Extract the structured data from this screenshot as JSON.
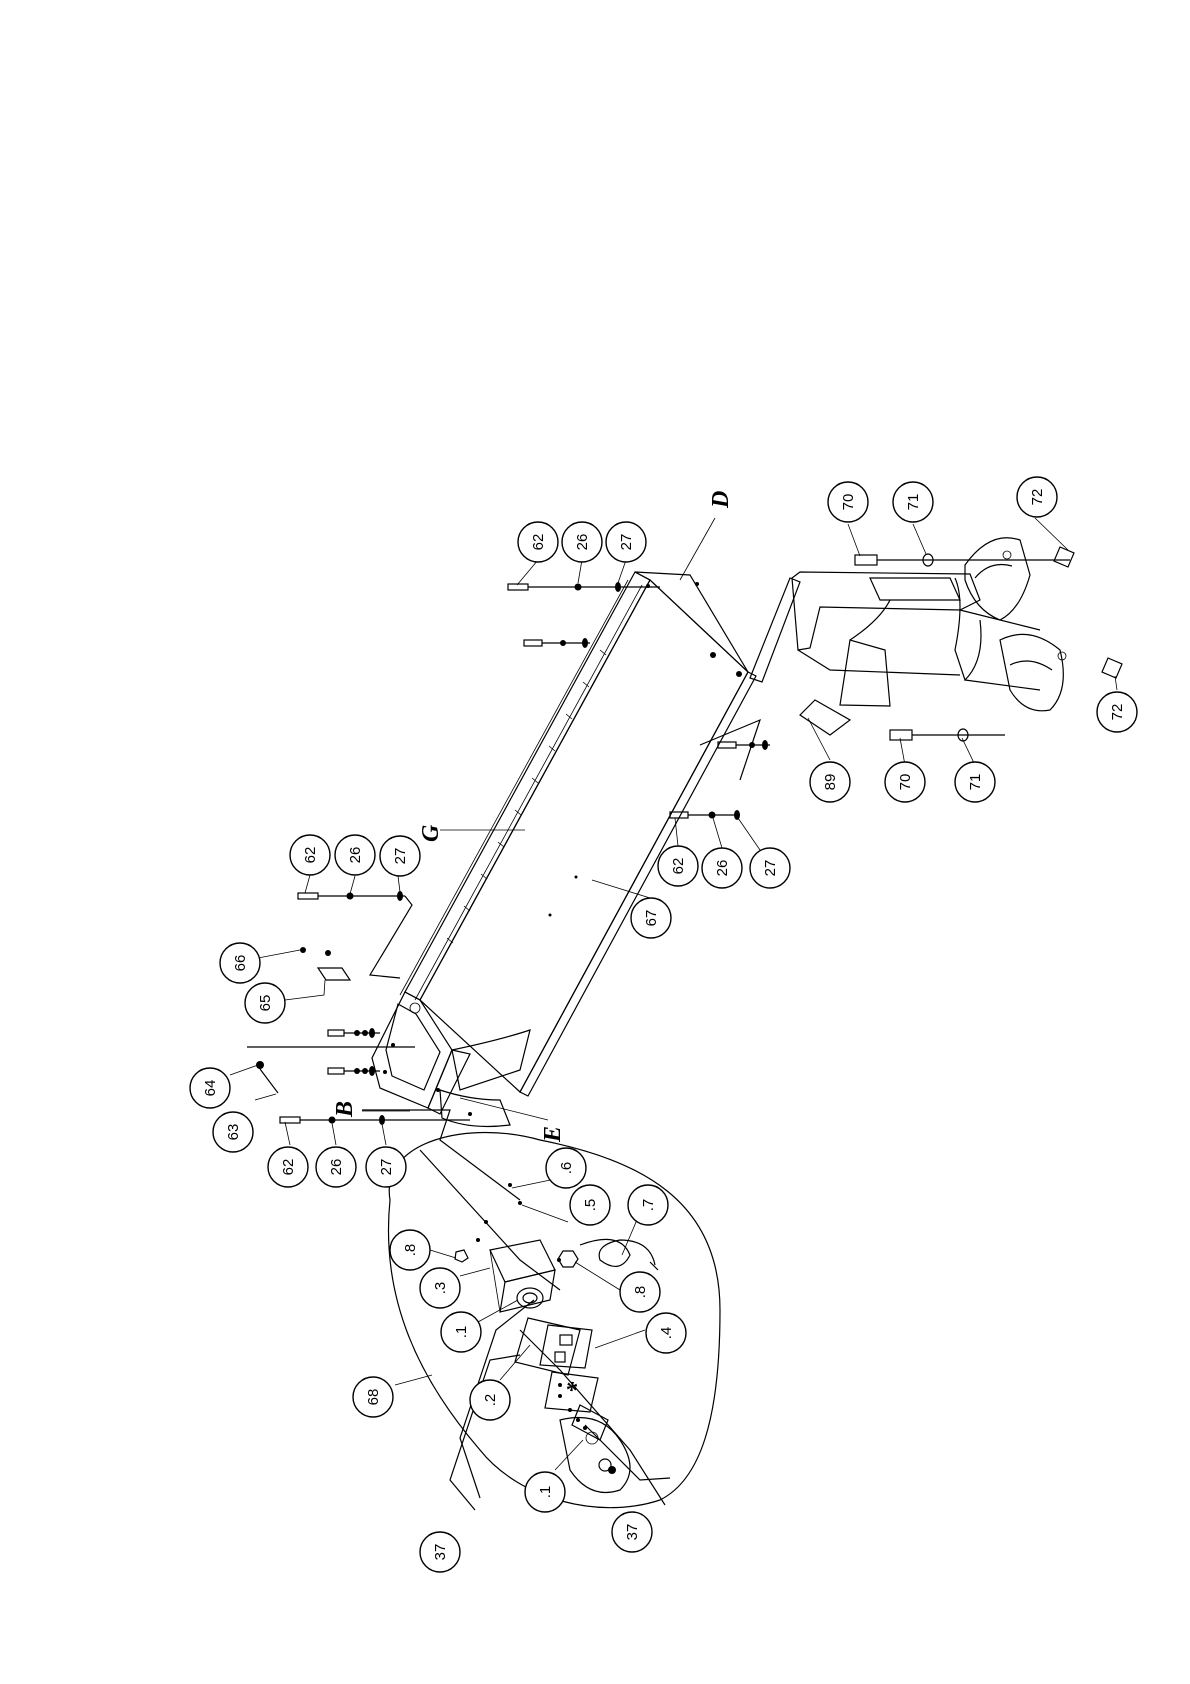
{
  "document": {
    "type": "exploded parts diagram",
    "orientation": "rotated 90° counter-clockwise"
  },
  "reference_letters": [
    "D",
    "G",
    "B",
    "E"
  ],
  "balloons": [
    {
      "id": "b1",
      "label": "62"
    },
    {
      "id": "b2",
      "label": "26"
    },
    {
      "id": "b3",
      "label": "27"
    },
    {
      "id": "b4",
      "label": "70"
    },
    {
      "id": "b5",
      "label": "71"
    },
    {
      "id": "b6",
      "label": "72"
    },
    {
      "id": "b7",
      "label": "72"
    },
    {
      "id": "b8",
      "label": "89"
    },
    {
      "id": "b9",
      "label": "70"
    },
    {
      "id": "b10",
      "label": "71"
    },
    {
      "id": "b11",
      "label": "62"
    },
    {
      "id": "b12",
      "label": "26"
    },
    {
      "id": "b13",
      "label": "27"
    },
    {
      "id": "b14",
      "label": "67"
    },
    {
      "id": "b15",
      "label": "62"
    },
    {
      "id": "b16",
      "label": "26"
    },
    {
      "id": "b17",
      "label": "27"
    },
    {
      "id": "b18",
      "label": "66"
    },
    {
      "id": "b19",
      "label": "65"
    },
    {
      "id": "b20",
      "label": "64"
    },
    {
      "id": "b21",
      "label": "63"
    },
    {
      "id": "b22",
      "label": "62"
    },
    {
      "id": "b23",
      "label": "26"
    },
    {
      "id": "b24",
      "label": "27"
    },
    {
      "id": "b25",
      "label": ".6"
    },
    {
      "id": "b26",
      "label": ".5"
    },
    {
      "id": "b27",
      "label": ".7"
    },
    {
      "id": "b28",
      "label": ".8"
    },
    {
      "id": "b29",
      "label": ".3"
    },
    {
      "id": "b30",
      "label": ".8"
    },
    {
      "id": "b31",
      "label": ".1"
    },
    {
      "id": "b32",
      "label": ".4"
    },
    {
      "id": "b33",
      "label": ".2"
    },
    {
      "id": "b34",
      "label": "68"
    },
    {
      "id": "b35",
      "label": ".1"
    },
    {
      "id": "b36",
      "label": "37"
    },
    {
      "id": "b37",
      "label": "37"
    }
  ]
}
